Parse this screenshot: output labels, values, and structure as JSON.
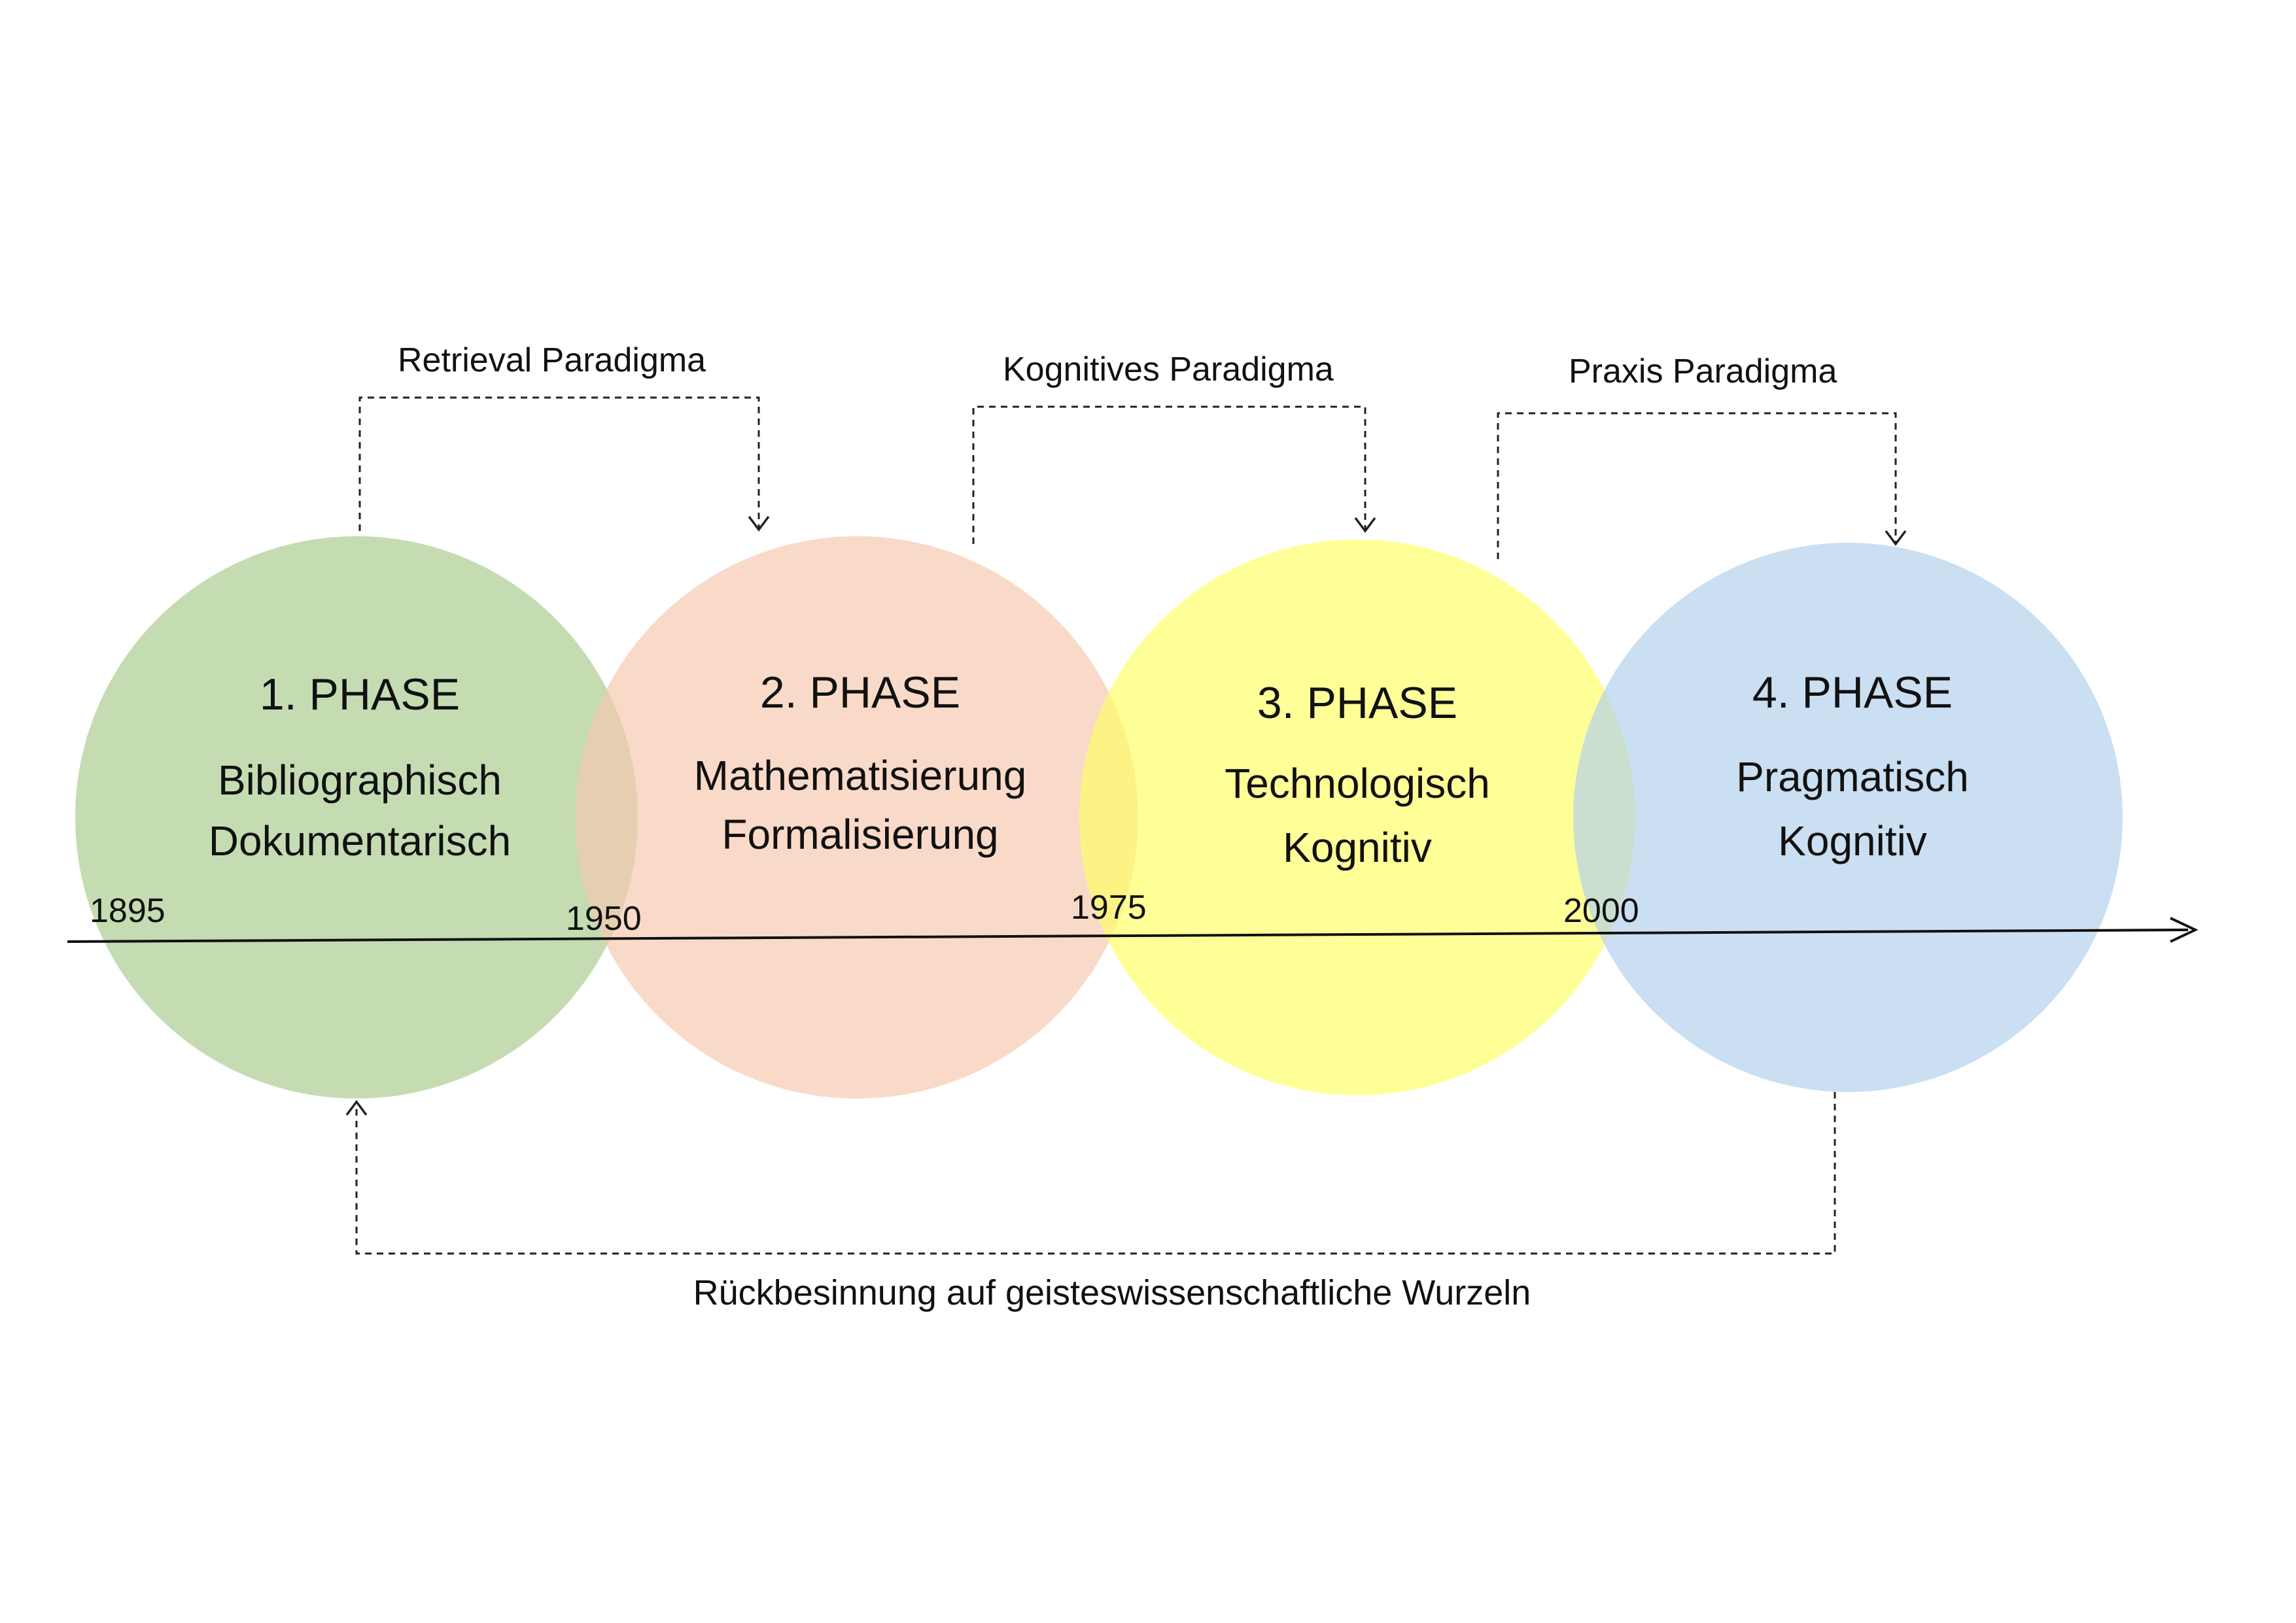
{
  "colors": {
    "phase1": "#a9cc8f",
    "phase2": "#f6c8ae",
    "phase3": "#ffff66",
    "phase4": "#b3d0ec"
  },
  "phases": [
    {
      "title": "1. PHASE",
      "line1": "Bibliographisch",
      "line2": "Dokumentarisch"
    },
    {
      "title": "2. PHASE",
      "line1": "Mathematisierung",
      "line2": "Formalisierung"
    },
    {
      "title": "3. PHASE",
      "line1": "Technologisch",
      "line2": "Kognitiv"
    },
    {
      "title": "4. PHASE",
      "line1": "Pragmatisch",
      "line2": "Kognitiv"
    }
  ],
  "years": [
    "1895",
    "1950",
    "1975",
    "2000"
  ],
  "paradigms": [
    {
      "label": "Retrieval Paradigma"
    },
    {
      "label": "Kognitives Paradigma"
    },
    {
      "label": "Praxis Paradigma"
    }
  ],
  "return_arrow": {
    "label": "Rückbesinnung auf geisteswissenschaftliche Wurzeln"
  }
}
